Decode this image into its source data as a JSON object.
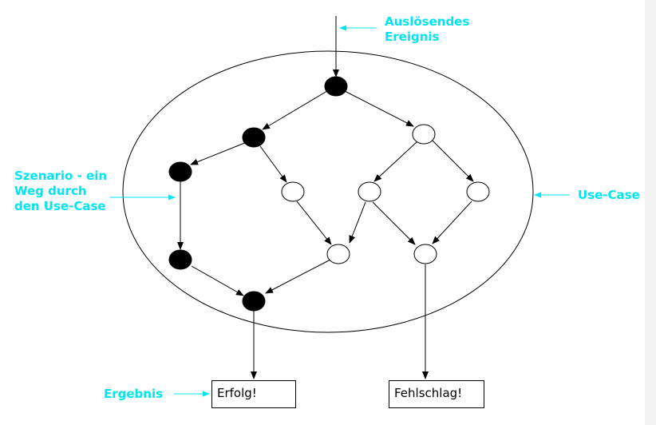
{
  "labels": {
    "trigger": [
      "Auslösendes",
      "Ereignis"
    ],
    "scenario": [
      "Szenario - ein",
      "Weg durch",
      "den Use-Case"
    ],
    "use_case": "Use-Case",
    "result": "Ergebnis"
  },
  "outcomes": {
    "success": "Erfolg!",
    "failure": "Fehlschlag!"
  },
  "colors": {
    "annotation": "#00e5f2",
    "line": "#000000",
    "node_filled": "#000000",
    "node_empty": "#ffffff"
  }
}
